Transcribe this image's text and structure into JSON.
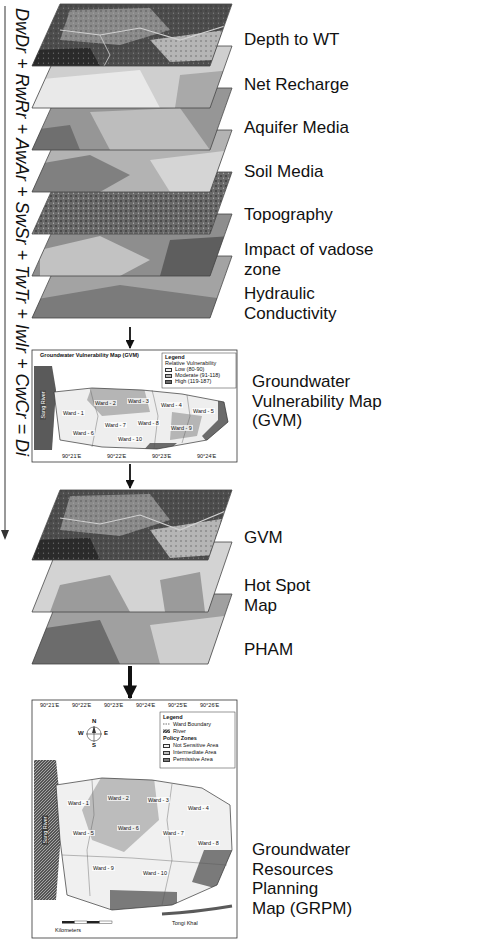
{
  "diagram": {
    "nodes": [
      {
        "text": [
          "Depth to WT",
          "Net Recharge",
          "Aquifer Media",
          "Soil Media",
          "Topography",
          "Impact of vadose zone",
          "Hydraulic Conductivity"
        ]
      },
      {
        "text": [
          "Groundwater Vulnerability Map (GVM)"
        ]
      },
      {
        "text": [
          "GVM",
          "Hot Spot Map",
          "PHAM"
        ]
      },
      {
        "text": [
          "Groundwater Resources Planning Map (GRPM)"
        ]
      }
    ],
    "edges": [
      {
        "from": 0,
        "to": 1,
        "arrow": "to"
      },
      {
        "from": 1,
        "to": 2,
        "arrow": "to"
      },
      {
        "from": 2,
        "to": 3,
        "arrow": "to"
      }
    ],
    "labels": [
      "DwDr + RwRr + AwAr + SwSr + TwTr + IwIr + CwCr = Di",
      "Groundwater Vulnerability Map (GVM)",
      "Legend",
      "Relative Vulnerability",
      "Sang River",
      "Ward - 1",
      "Ward - 2",
      "Ward - 3",
      "Ward - 4",
      "Ward - 5",
      "Ward - 6",
      "Ward - 7",
      "Ward - 8",
      "Ward - 9",
      "Ward - 10",
      "90°21'E",
      "90°22'E",
      "90°23'E",
      "90°24'E",
      "Legend",
      "Policy Zones",
      "Sang River",
      "Tongi Khal",
      "N",
      "E",
      "S",
      "W",
      "Ward - 1",
      "Ward - 2",
      "Ward - 3",
      "Ward - 4",
      "Ward - 5",
      "Ward - 6",
      "Ward - 7",
      "Ward - 8",
      "Ward - 9",
      "Ward - 10",
      "90°21'E",
      "90°22'E",
      "90°23'E",
      "90°24'E",
      "90°25'E",
      "90°26'E",
      "Kilometers"
    ],
    "legend": [
      {
        "text": "Low (80-90)",
        "color": "#eeeeee"
      },
      {
        "text": "Moderate (91-118)",
        "color": "#b5b5b5"
      },
      {
        "text": "High (119-187)",
        "color": "#6b6b6b"
      },
      {
        "text": "Ward Boundary"
      },
      {
        "text": "River"
      },
      {
        "text": "Not Sensitive Area",
        "color": "#f0f0f0"
      },
      {
        "text": "Intermediate Area",
        "color": "#bcbcbc"
      },
      {
        "text": "Permissive Area",
        "color": "#7a7a7a"
      }
    ]
  }
}
